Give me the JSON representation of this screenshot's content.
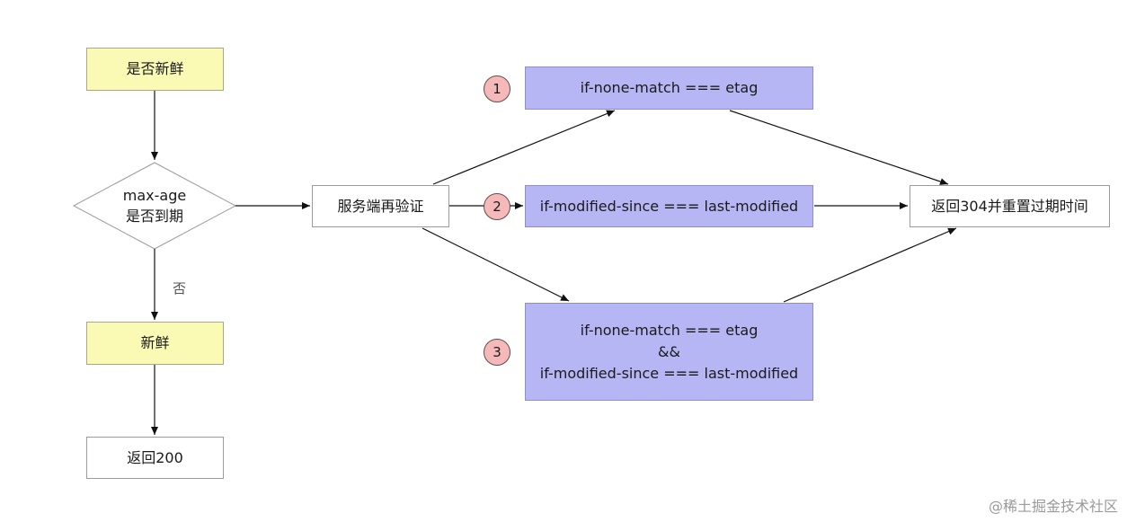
{
  "nodes": {
    "is_fresh": "是否新鲜",
    "max_age_line1": "max-age",
    "max_age_line2": "是否到期",
    "fresh": "新鲜",
    "return_200": "返回200",
    "server_revalidate": "服务端再验证",
    "cond1": "if-none-match === etag",
    "cond2": "if-modified-since === last-modified",
    "cond3_line1": "if-none-match === etag",
    "cond3_line2": "&&",
    "cond3_line3": "if-modified-since === last-modified",
    "return_304": "返回304并重置过期时间"
  },
  "markers": {
    "m1": "1",
    "m2": "2",
    "m3": "3"
  },
  "edge_labels": {
    "no": "否"
  },
  "watermark": "@稀土掘金技术社区",
  "colors": {
    "yellow_fill": "#fafab4",
    "purple_fill": "#b7b6f5",
    "marker_fill": "#f5b9b9"
  }
}
